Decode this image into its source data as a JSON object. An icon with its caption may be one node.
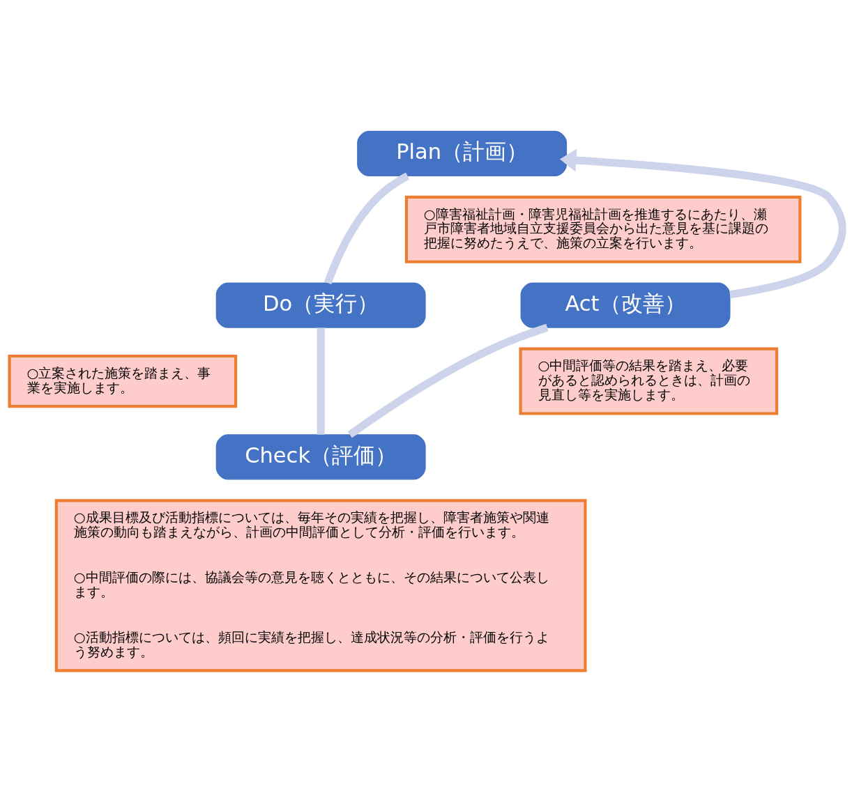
{
  "diagram": {
    "nodes": [
      {
        "text": [
          "Plan（計画）"
        ]
      },
      {
        "text": [
          "○障害福祉計画・障害児福祉計画を推進するにあたり、瀬戸市障害者地域自立支援委員会から出た意見を基に課題の把握に努めたうえで、施策の立案を行います。"
        ]
      },
      {
        "text": [
          "Do（実行）"
        ]
      },
      {
        "text": [
          "○立案された施策を踏まえ、事業を実施します。"
        ]
      },
      {
        "text": [
          "Check（評価）"
        ]
      },
      {
        "text": [
          "○成果目標及び活動指標については、毎年その実績を把握し、障害者施策や関連施策の動向も踏まえながら、計画の中間評価として分析・評価を行います。",
          "○中間評価の際には、協議会等の意見を聴くとともに、その結果について公表します。",
          "○活動指標については、頻回に実績を把握し、達成状況等の分析・評価を行うよう努めます。"
        ]
      },
      {
        "text": [
          "Act（改善）"
        ]
      },
      {
        "text": [
          "○中間評価等の結果を踏まえ、必要があると認められるときは、計画の見直し等を実施します。"
        ]
      }
    ],
    "edges": [
      {
        "from": 0,
        "to": 2,
        "arrow": "none"
      },
      {
        "from": 2,
        "to": 4,
        "arrow": "none"
      },
      {
        "from": 4,
        "to": 6,
        "arrow": "none"
      },
      {
        "from": 6,
        "to": 0,
        "arrow": "to"
      }
    ]
  }
}
